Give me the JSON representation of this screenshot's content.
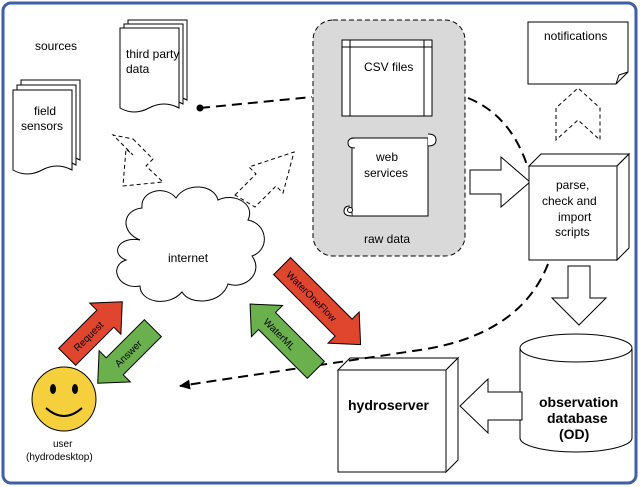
{
  "labels": {
    "sources": "sources",
    "third_party_line1": "third party",
    "third_party_line2": "data",
    "field_line1": "field",
    "field_line2": "sensors",
    "csv": "CSV files",
    "web_line1": "web",
    "web_line2": "services",
    "raw_data": "raw data",
    "notifications": "notifications",
    "parse_line1": "parse,",
    "parse_line2": "check and",
    "parse_line3": "import",
    "parse_line4": "scripts",
    "internet": "internet",
    "request": "Request",
    "answer": "Answer",
    "wateroneflow": "WaterOneFlow",
    "waterml": "WaterML",
    "hydroserver": "hydroserver",
    "obs_line1": "observation",
    "obs_line2": "database",
    "obs_line3": "(OD)",
    "user_line1": "user",
    "user_line2": "(hydrodesktop)"
  },
  "colors": {
    "frame": "#3f5fa6",
    "raw_panel": "#d9d9d9",
    "red_arrow": "#e0452e",
    "green_arrow": "#6ab04c",
    "smiley": "#f6d03c"
  }
}
